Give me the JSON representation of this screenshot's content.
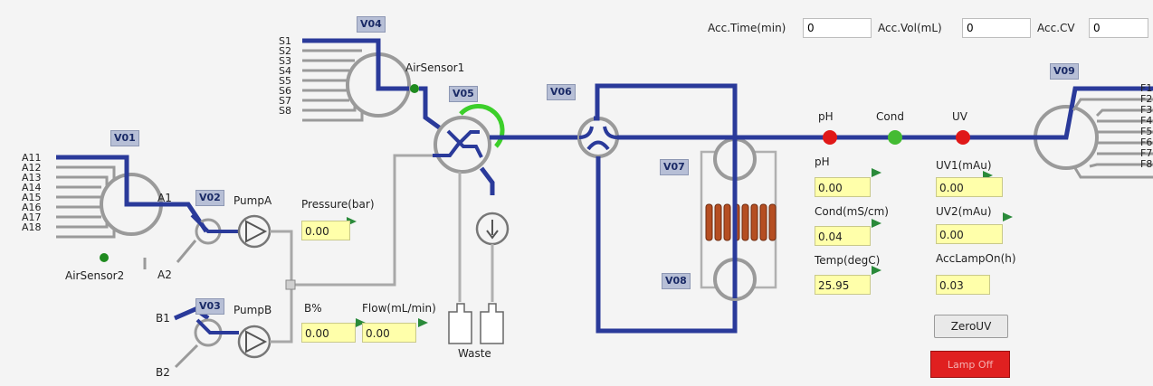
{
  "accumulators": {
    "acc_time_label": "Acc.Time(min)",
    "acc_time_value": "0",
    "acc_vol_label": "Acc.Vol(mL)",
    "acc_vol_value": "0",
    "acc_cv_label": "Acc.CV",
    "acc_cv_value": "0"
  },
  "valves": {
    "v01": "V01",
    "v02": "V02",
    "v03": "V03",
    "v04": "V04",
    "v05": "V05",
    "v06": "V06",
    "v07": "V07",
    "v08": "V08",
    "v09": "V09"
  },
  "inlets_a": [
    "A11",
    "A12",
    "A13",
    "A14",
    "A15",
    "A16",
    "A17",
    "A18"
  ],
  "inlets_s": [
    "S1",
    "S2",
    "S3",
    "S4",
    "S5",
    "S6",
    "S7",
    "S8"
  ],
  "outlets_f": [
    "F1",
    "F2",
    "F3",
    "F4",
    "F5",
    "F6",
    "F7",
    "F8"
  ],
  "ports": {
    "a1": "A1",
    "a2": "A2",
    "b1": "B1",
    "b2": "B2"
  },
  "components": {
    "air_sensor_1": "AirSensor1",
    "air_sensor_2": "AirSensor2",
    "pump_a": "PumpA",
    "pump_b": "PumpB",
    "waste": "Waste"
  },
  "monitors": {
    "ph_label": "pH",
    "cond_label": "Cond",
    "uv_label": "UV"
  },
  "readings": {
    "pressure_label": "Pressure(bar)",
    "pressure_value": "0.00",
    "b_percent_label": "B%",
    "b_percent_value": "0.00",
    "flow_label": "Flow(mL/min)",
    "flow_value": "0.00",
    "ph_label": "pH",
    "ph_value": "0.00",
    "cond_label": "Cond(mS/cm)",
    "cond_value": "0.04",
    "temp_label": "Temp(degC)",
    "temp_value": "25.95",
    "uv1_label": "UV1(mAu)",
    "uv1_value": "0.00",
    "uv2_label": "UV2(mAu)",
    "uv2_value": "0.00",
    "lamp_hours_label": "AccLampOn(h)",
    "lamp_hours_value": "0.03"
  },
  "buttons": {
    "zero_uv": "ZeroUV",
    "lamp_off": "Lamp Off"
  },
  "colors": {
    "flow_path": "#2a3a9a",
    "idle_line": "#9a9a9a",
    "indicator_red": "#e01818",
    "indicator_green": "#44bb33",
    "value_field": "#ffffaa",
    "lamp_button": "#e02020"
  }
}
